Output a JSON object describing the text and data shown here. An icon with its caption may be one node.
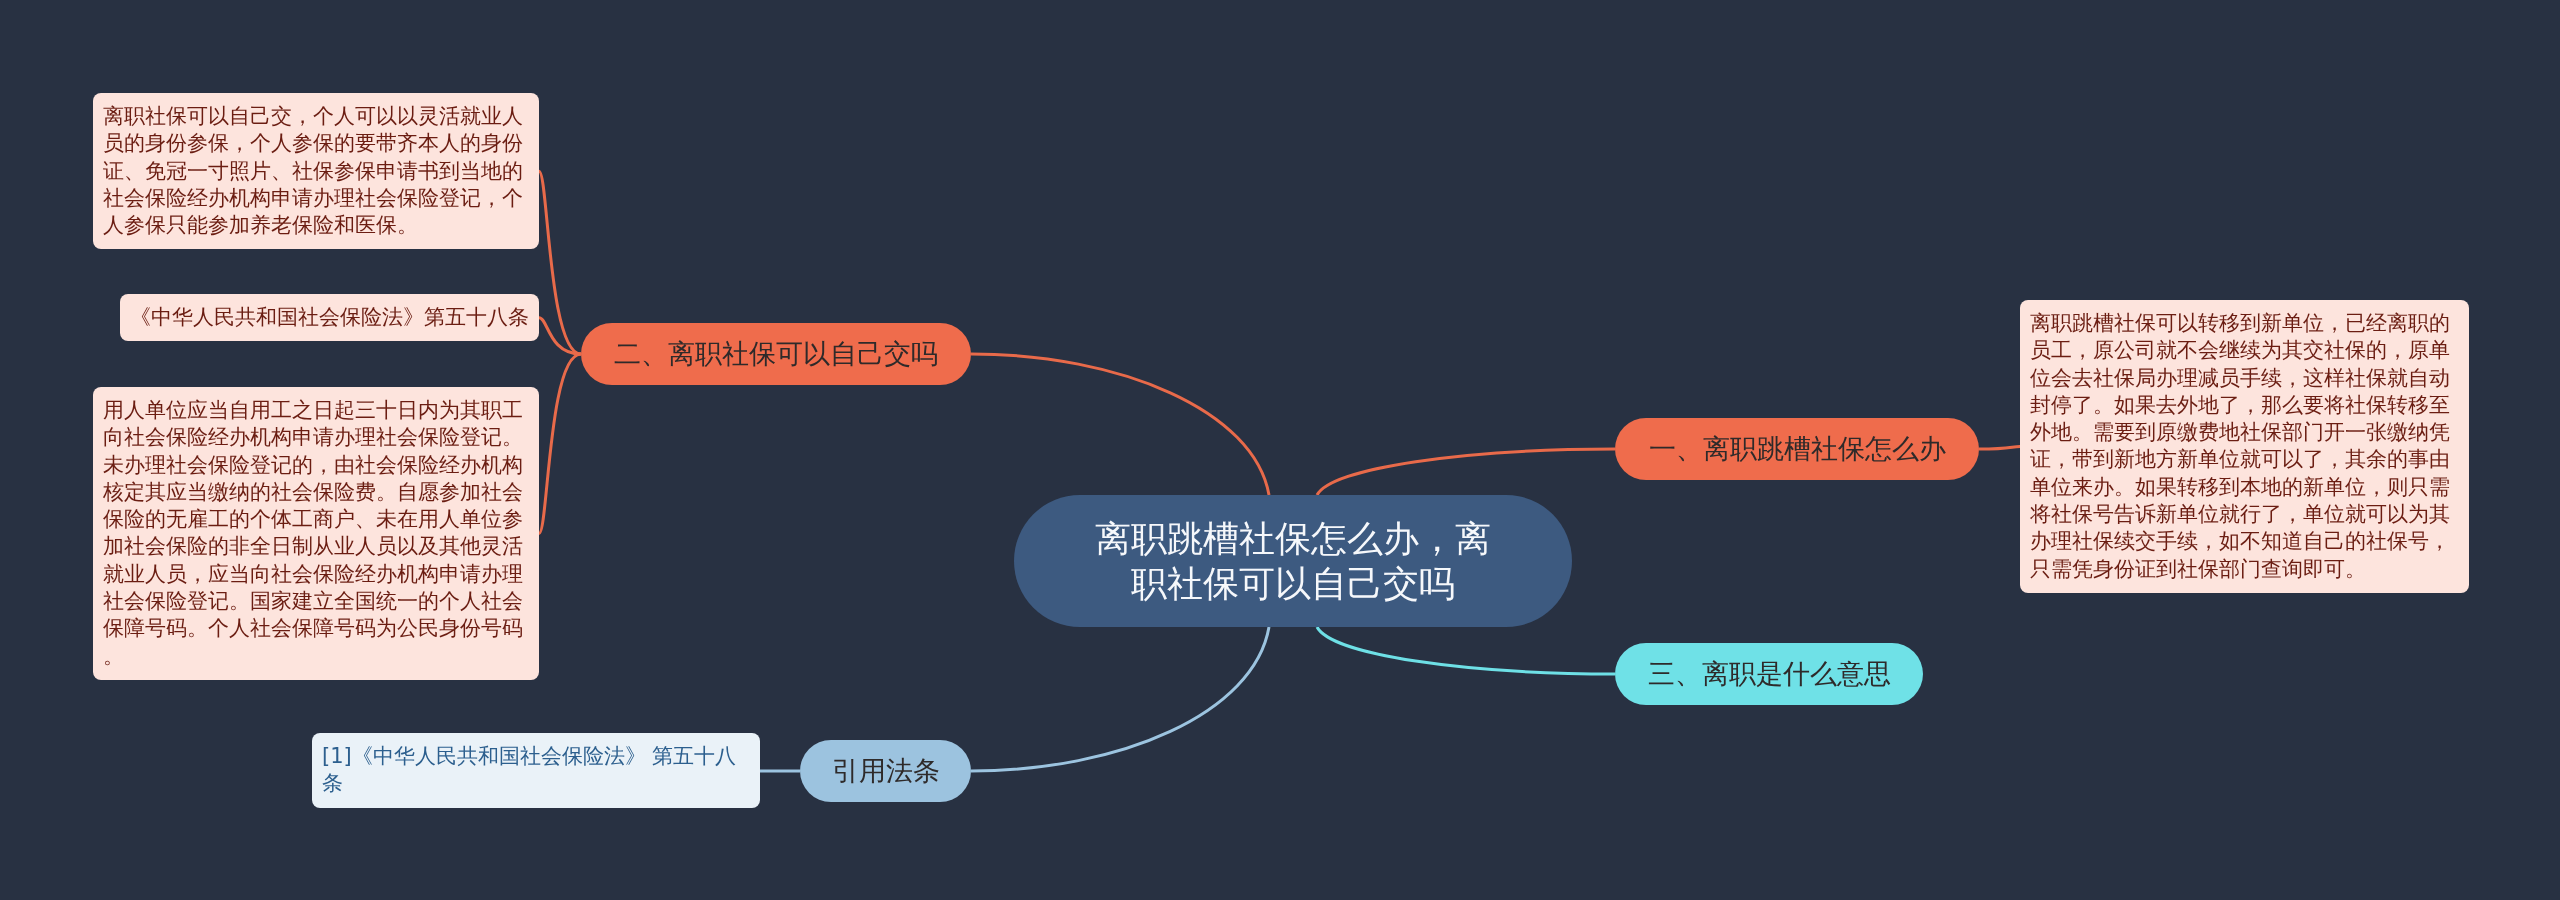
{
  "diagram": {
    "nodes": [
      {
        "text": [
          "离职跳槽社保怎么办，离职社保可以自己交吗"
        ]
      },
      {
        "text": [
          "二、离职社保可以自己交吗"
        ]
      },
      {
        "text": [
          "离职社保可以自己交，个人可以以灵活就业人员的身份参保，个人参保的要带齐本人的身份证、免冠一寸照片、社保参保申请书到当地的社会保险经办机构申请办理社会保险登记，个人参保只能参加养老保险和医保。"
        ]
      },
      {
        "text": [
          "《中华人民共和国社会保险法》第五十八条"
        ]
      },
      {
        "text": [
          "用人单位应当自用工之日起三十日内为其职工向社会保险经办机构申请办理社会保险登记。未办理社会保险登记的，由社会保险经办机构核定其应当缴纳的社会保险费。自愿参加社会保险的无雇工的个体工商户、未在用人单位参加社会保险的非全日制从业人员以及其他灵活就业人员，应当向社会保险经办机构申请办理社会保险登记。国家建立全国统一的个人社会保障号码。个人社会保障号码为公民身份号码。"
        ]
      },
      {
        "text": [
          "一、离职跳槽社保怎么办"
        ]
      },
      {
        "text": [
          "离职跳槽社保可以转移到新单位，已经离职的员工，原公司就不会继续为其交社保的，原单位会去社保局办理减员手续，这样社保就自动封停了。如果去外地了，那么要将社保转移至外地。需要到原缴费地社保部门开一张缴纳凭证，带到新地方新单位就可以了，其余的事由单位来办。如果转移到本地的新单位，则只需将社保号告诉新单位就行了，单位就可以为其办理社保续交手续，如不知道自己的社保号，只需凭身份证到社保部门查询即可。"
        ]
      },
      {
        "text": [
          "三、离职是什么意思"
        ]
      },
      {
        "text": [
          "引用法条"
        ]
      },
      {
        "text": [
          "[1]《中华人民共和国社会保险法》 第五十八条"
        ]
      }
    ],
    "edges": [
      {
        "from": 0,
        "to": 1,
        "arrow": "none"
      },
      {
        "from": 1,
        "to": 2,
        "arrow": "none"
      },
      {
        "from": 1,
        "to": 3,
        "arrow": "none"
      },
      {
        "from": 1,
        "to": 4,
        "arrow": "none"
      },
      {
        "from": 0,
        "to": 5,
        "arrow": "none"
      },
      {
        "from": 5,
        "to": 6,
        "arrow": "none"
      },
      {
        "from": 0,
        "to": 7,
        "arrow": "none",
        "color": "#6ee0e6"
      },
      {
        "from": 0,
        "to": 8,
        "arrow": "none",
        "color": "#9cc4e0"
      },
      {
        "from": 8,
        "to": 9,
        "arrow": "none",
        "color": "#9cc4e0"
      }
    ]
  }
}
